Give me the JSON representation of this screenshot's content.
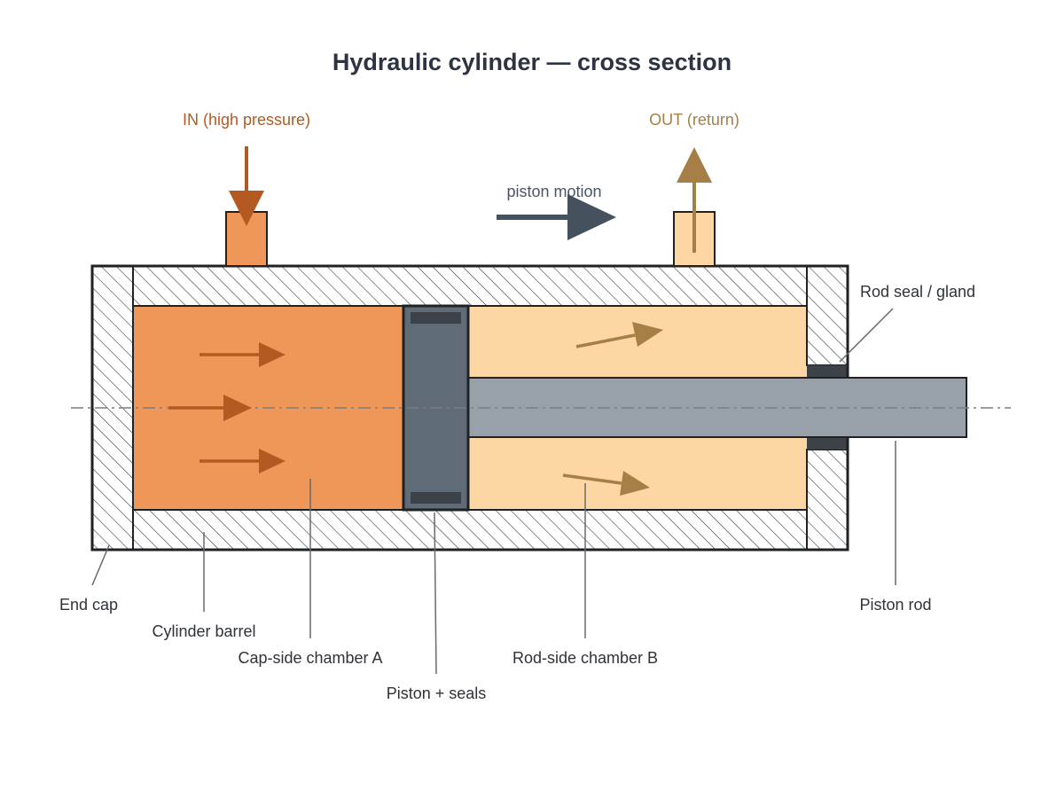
{
  "title": "Hydraulic cylinder — cross section",
  "ports": {
    "in_label": "IN (high pressure)",
    "out_label": "OUT (return)"
  },
  "motion_label": "piston motion",
  "labels": {
    "end_cap": "End cap",
    "cylinder_barrel": "Cylinder barrel",
    "cap_side_chamber": "Cap-side chamber A",
    "piston_seals": "Piston + seals",
    "rod_side_chamber": "Rod-side chamber B",
    "rod_seal": "Rod seal / gland",
    "piston_rod": "Piston rod"
  },
  "colors": {
    "high_pressure": "#ef9759",
    "low_pressure": "#fcd6a3",
    "in_arrow": "#b35a22",
    "out_arrow": "#a57f45",
    "piston": "#5f6b77",
    "rod": "#98a1aa",
    "seal": "#3d4249",
    "motion_arrow": "#46515e",
    "outline": "#1f2225"
  }
}
